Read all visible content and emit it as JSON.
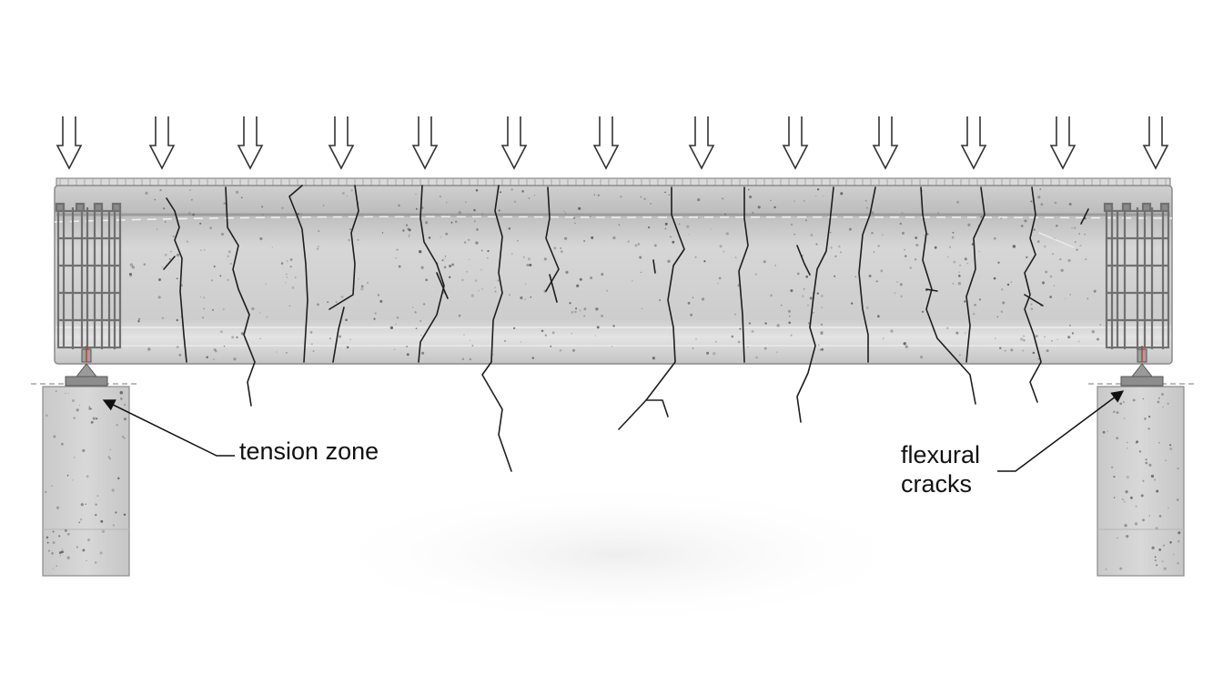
{
  "labels": {
    "tension_zone": "tension zone",
    "flexural_line1": "flexural",
    "flexural_line2": "cracks"
  },
  "colors": {
    "concrete": "#d2d2d2",
    "concrete_dark": "#b9b9b9",
    "rebar": "#7a7a7a",
    "crack": "#1e1e1e",
    "arrow": "#333333",
    "text": "#111111"
  },
  "icons": {
    "load_arrow": "hollow-down-arrow-icon",
    "bearing": "bearing-pad-icon"
  }
}
